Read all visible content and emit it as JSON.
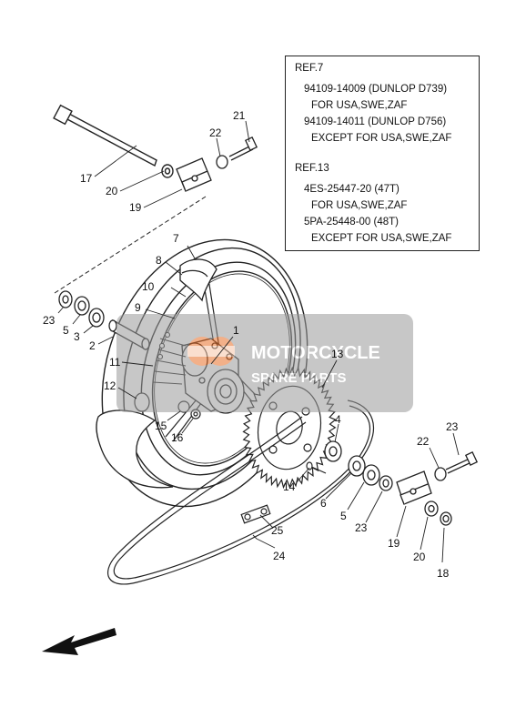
{
  "ref_table": {
    "ref7": {
      "title": "REF.7",
      "entries": [
        {
          "part": "94109-14009 (DUNLOP D739)",
          "region": "FOR USA,SWE,ZAF"
        },
        {
          "part": "94109-14011 (DUNLOP D756)",
          "region": "EXCEPT FOR USA,SWE,ZAF"
        }
      ]
    },
    "ref13": {
      "title": "REF.13",
      "entries": [
        {
          "part": "4ES-25447-20 (47T)",
          "region": "FOR USA,SWE,ZAF"
        },
        {
          "part": "5PA-25448-00 (48T)",
          "region": "EXCEPT FOR USA,SWE,ZAF"
        }
      ]
    }
  },
  "callouts": {
    "c1": "1",
    "c2": "2",
    "c3": "3",
    "c4": "4",
    "c5a": "5",
    "c5b": "5",
    "c6": "6",
    "c7": "7",
    "c8": "8",
    "c9": "9",
    "c10": "10",
    "c11": "11",
    "c12": "12",
    "c13": "13",
    "c14": "14",
    "c15": "15",
    "c16": "16",
    "c17": "17",
    "c18": "18",
    "c19a": "19",
    "c19b": "19",
    "c20a": "20",
    "c20b": "20",
    "c21": "21",
    "c22a": "22",
    "c22b": "22",
    "c23a": "23",
    "c23b": "23",
    "c23c": "23",
    "c24": "24",
    "c25": "25"
  },
  "watermark": {
    "line1": "MOTORCYCLE",
    "line2": "SPARE PARTS",
    "accent_color": "#e8702a",
    "panel_color": "#9a9a9a"
  },
  "icons": {
    "front_arrow": "arrow-left-icon"
  }
}
